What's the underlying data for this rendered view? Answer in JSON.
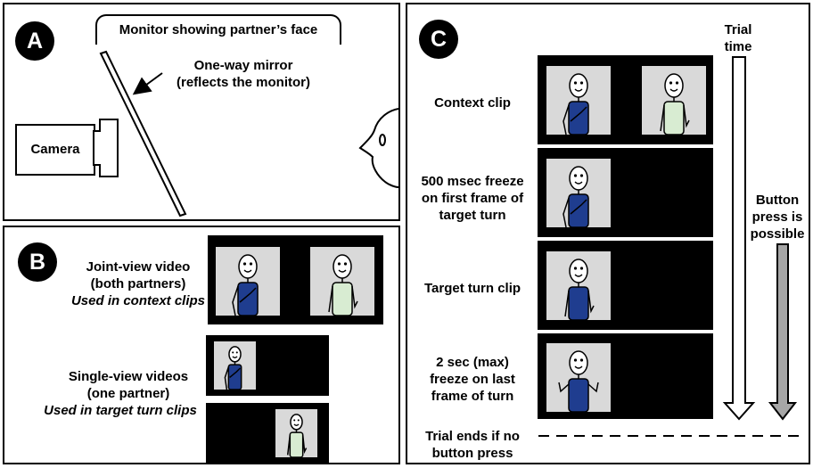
{
  "panel_a": {
    "badge": "A",
    "monitor_label": "Monitor showing partner’s face",
    "mirror_label_line1": "One-way mirror",
    "mirror_label_line2": "(reflects the monitor)",
    "camera_label": "Camera"
  },
  "panel_b": {
    "badge": "B",
    "joint_line1": "Joint-view video",
    "joint_line2": "(both partners)",
    "joint_line3": "Used in context clips",
    "single_line1": "Single-view videos",
    "single_line2": "(one partner)",
    "single_line3": "Used in target turn clips"
  },
  "panel_c": {
    "badge": "C",
    "trial_time_line1": "Trial",
    "trial_time_line2": "time",
    "button_line1": "Button",
    "button_line2": "press is",
    "button_line3": "possible",
    "step1": "Context clip",
    "step2_line1": "500 msec freeze",
    "step2_line2": "on first frame of",
    "step2_line3": "target turn",
    "step3": "Target turn clip",
    "step4_line1": "2 sec (max)",
    "step4_line2": "freeze on last",
    "step4_line3": "frame of turn",
    "end_line1": "Trial ends if no",
    "end_line2": "button press"
  },
  "colors": {
    "partner_dark_shirt": "#1f3d8f",
    "partner_light_shirt": "#d8ecd2",
    "video_background": "#000000",
    "video_frame": "#d9d9d9",
    "button_arrow": "#a6a6a6"
  }
}
